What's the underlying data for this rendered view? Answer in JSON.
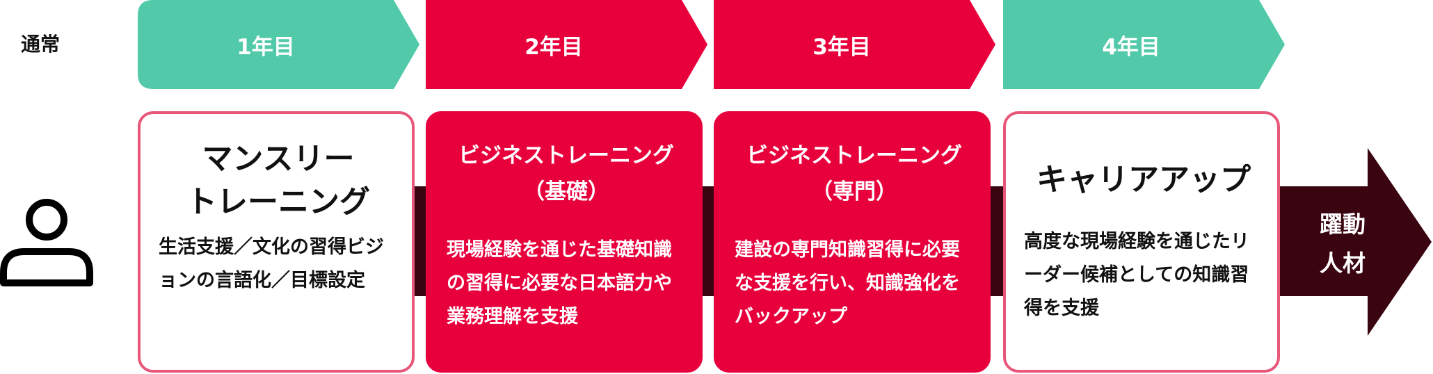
{
  "row_label": "通常",
  "years": [
    {
      "label": "1年目",
      "color": "#52c9a9"
    },
    {
      "label": "2年目",
      "color": "#e8003d"
    },
    {
      "label": "3年目",
      "color": "#e8003d"
    },
    {
      "label": "4年目",
      "color": "#52c9a9"
    }
  ],
  "cards": [
    {
      "title": "マンスリー\nトレーニング",
      "body": "生活支援／文化の習得ビジョンの言語化／目標設定",
      "style": "white"
    },
    {
      "title": "ビジネストレーニング\n（基礎）",
      "body": "現場経験を通じた基礎知識の習得に必要な日本語力や業務理解を支援",
      "style": "red"
    },
    {
      "title": "ビジネストレーニング\n（専門）",
      "body": "建設の専門知識習得に必要な支援を行い、知識強化をバックアップ",
      "style": "red"
    },
    {
      "title": "キャリアアップ",
      "body": "高度な現場経験を通じたリーダー候補としての知識習得を支援",
      "style": "white"
    }
  ],
  "final": {
    "line1": "躍動",
    "line2": "人材"
  },
  "icons": {
    "person": "person-icon"
  },
  "colors": {
    "green": "#52c9a9",
    "red": "#e8003d",
    "pink_border": "#e8567a",
    "dark": "#3a0410"
  }
}
